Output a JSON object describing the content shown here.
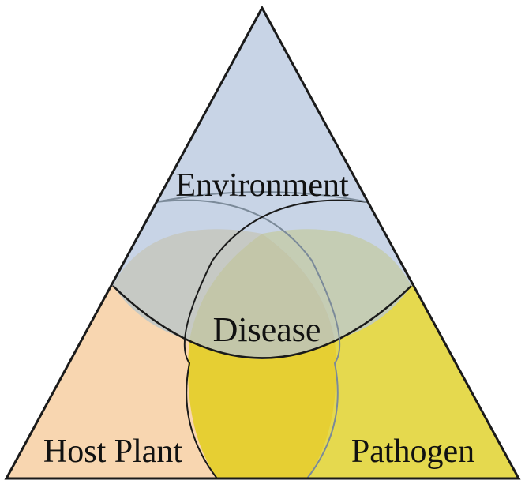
{
  "labels": {
    "environment": "Environment",
    "host": "Host Plant",
    "pathogen": "Pathogen",
    "center": "Disease"
  },
  "colors": {
    "environment": "#c8d4e6",
    "host": "#f8d6b0",
    "pathogen": "#e5d94e",
    "stroke": "#1a1a1a"
  }
}
